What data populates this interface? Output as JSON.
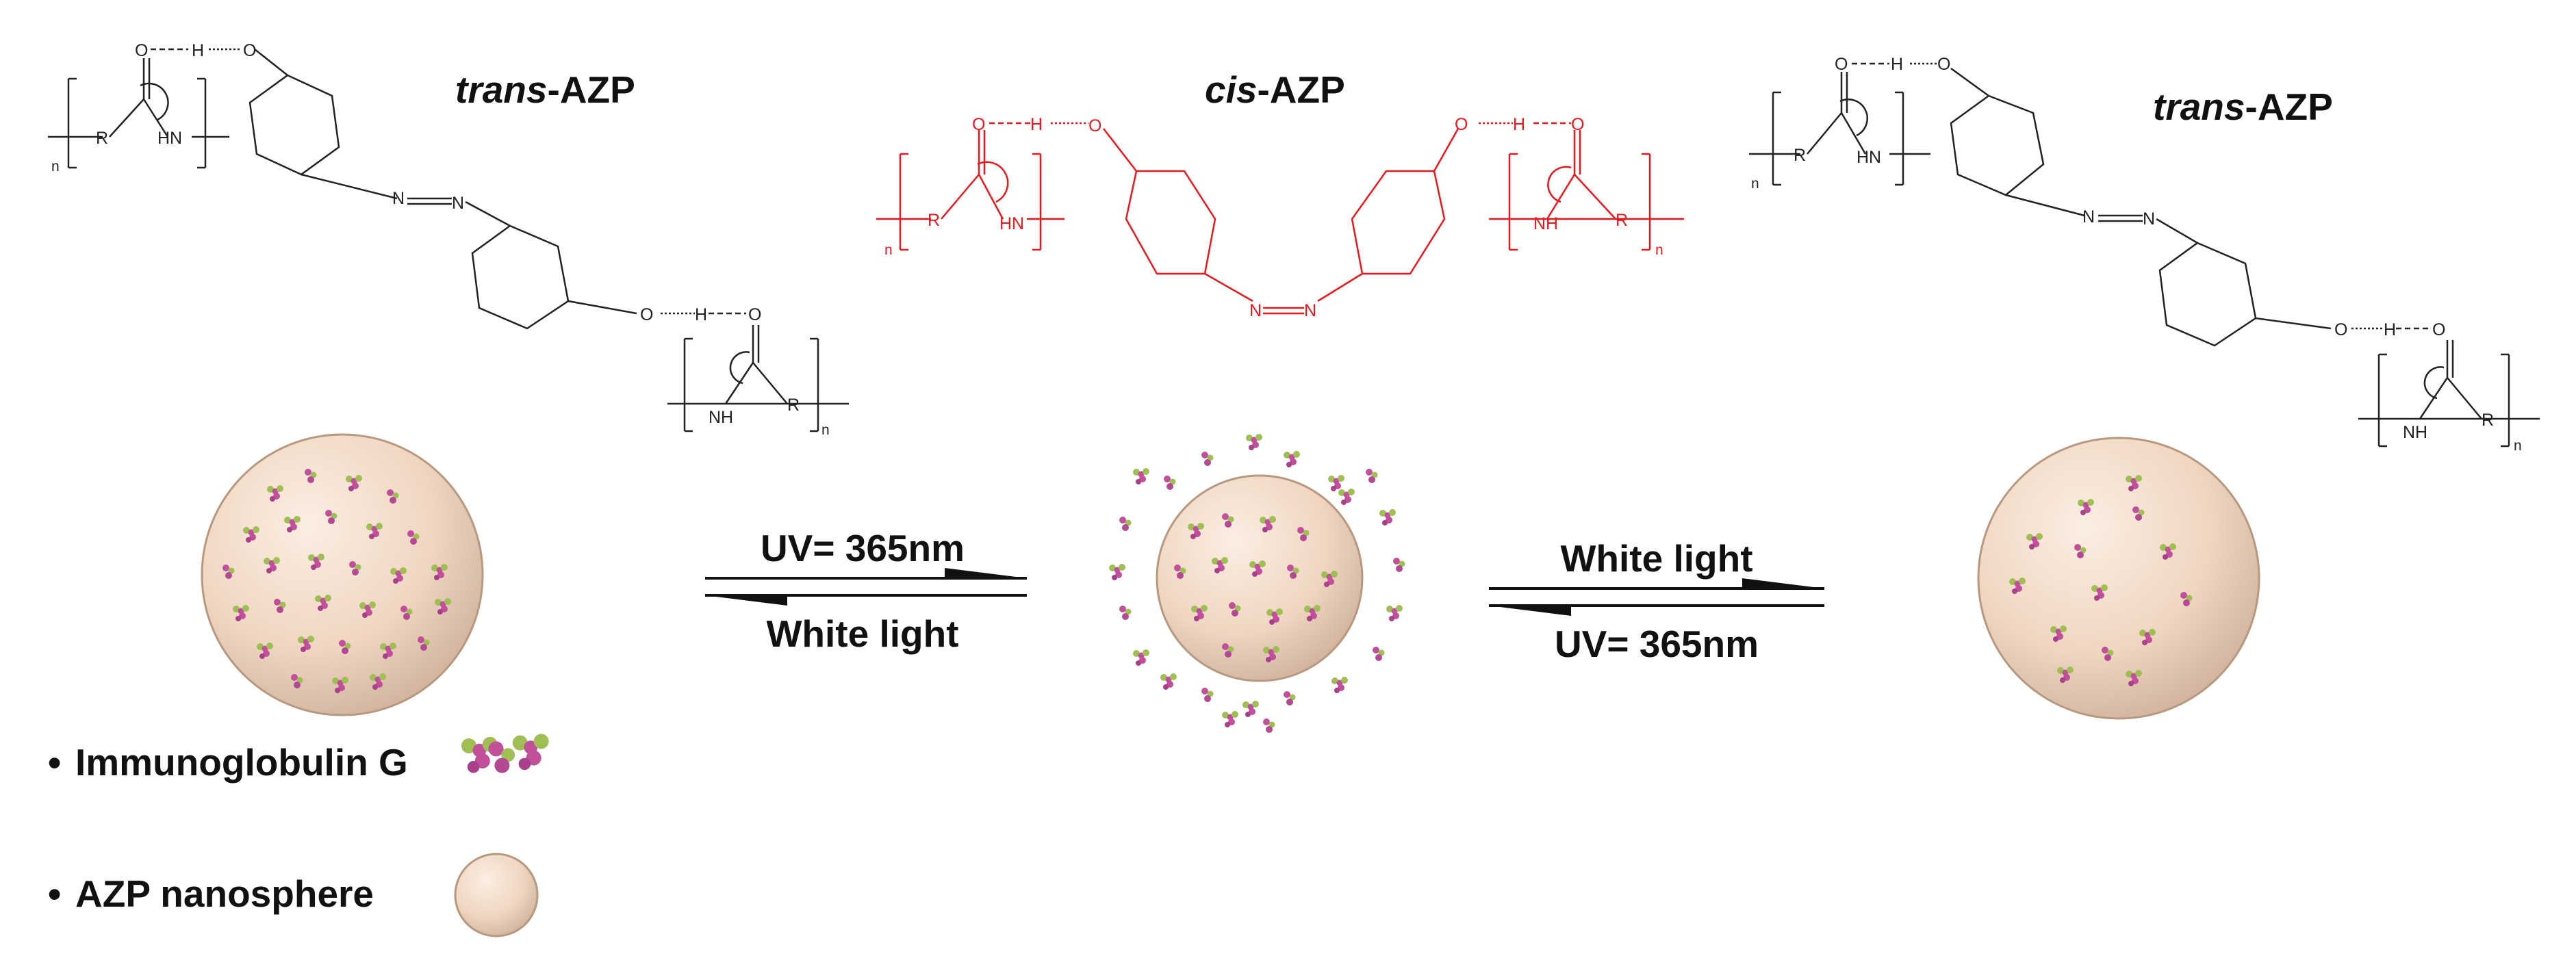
{
  "titles": {
    "left": {
      "prefix": "trans",
      "suffix": "-AZP"
    },
    "center": {
      "prefix": "cis",
      "suffix": "-AZP"
    },
    "right": {
      "prefix": "trans",
      "suffix": "-AZP"
    }
  },
  "arrows": {
    "left": {
      "top_label": "UV= 365nm",
      "bottom_label": "White light"
    },
    "right": {
      "top_label": "White light",
      "bottom_label": "UV= 365nm"
    }
  },
  "legend": {
    "items": [
      {
        "bullet": "•",
        "label": "Immunoglobulin G",
        "icon": "igg-icon"
      },
      {
        "bullet": "•",
        "label": "AZP nanosphere",
        "icon": "nanosphere-icon"
      }
    ]
  },
  "chem_labels": {
    "oxygen": "O",
    "hydrogen": "H",
    "nh": "NH",
    "hn": "HN",
    "r_group": "R",
    "n_sub": "n",
    "n_azo": "N",
    "azo": "N=N"
  },
  "colors": {
    "trans_structure": "#222222",
    "cis_structure": "#e8191e",
    "nanosphere_fill": "#efd8c4",
    "nanosphere_edge": "#c2a38a",
    "igg_pink": "#c0509a",
    "igg_green": "#9fbf54"
  }
}
